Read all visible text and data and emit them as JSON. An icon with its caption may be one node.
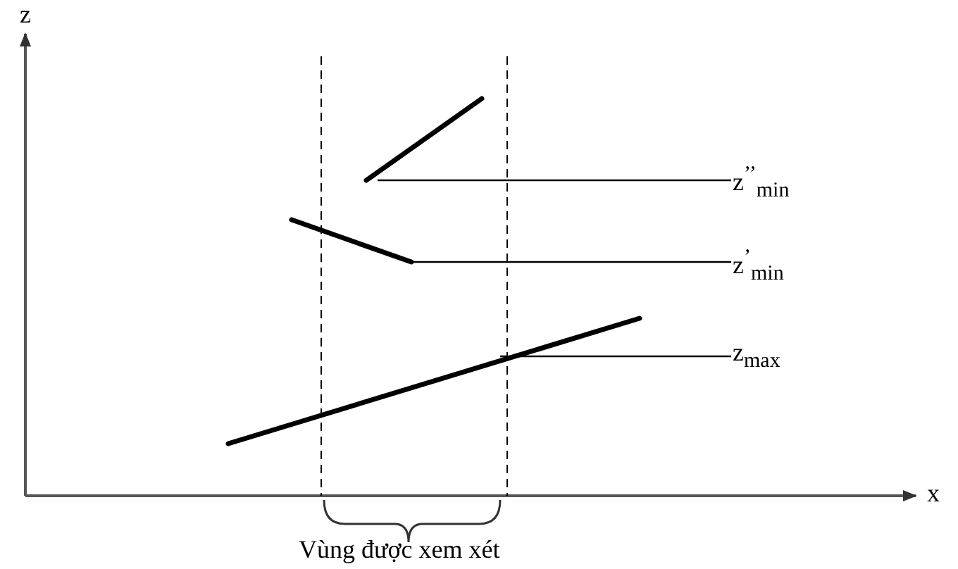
{
  "diagram": {
    "nodes": [
      {
        "text": [],
        "shape": "line"
      },
      {
        "text": [
          "z$^{’’}$$_{min}$"
        ]
      },
      {
        "text": [],
        "shape": "line"
      },
      {
        "text": [
          "z$^{’}$$_{min}$"
        ]
      },
      {
        "text": [],
        "shape": "line"
      },
      {
        "text": [
          "z$_{max}$"
        ]
      }
    ],
    "edges": [
      {
        "from": 1,
        "to": 0,
        "arrow": "none"
      },
      {
        "from": 3,
        "to": 2,
        "arrow": "none"
      },
      {
        "from": 5,
        "to": 4,
        "arrow": "none"
      }
    ],
    "labels": [
      "z",
      "x",
      "Vùng được xem xét"
    ]
  }
}
